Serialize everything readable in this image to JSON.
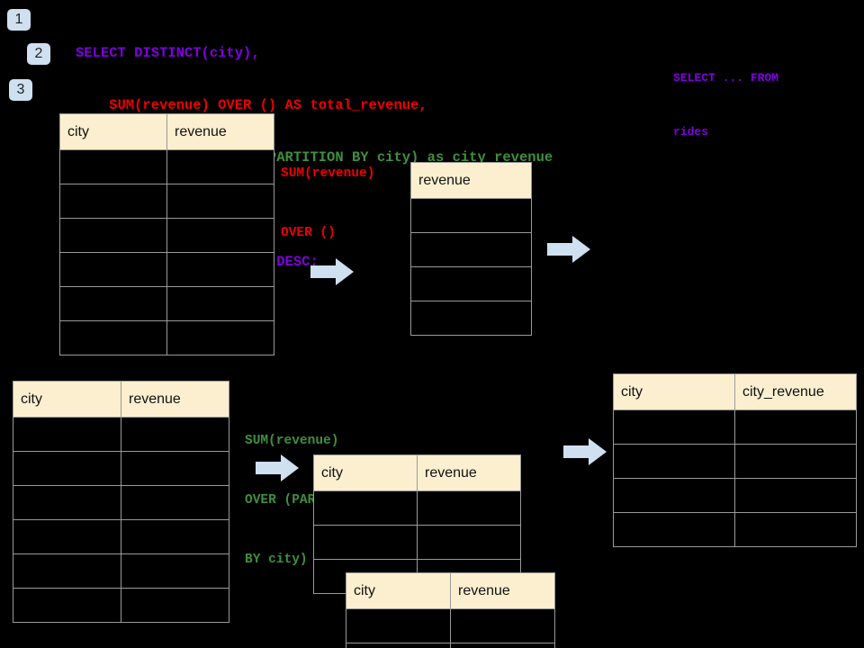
{
  "page": {
    "background": "#000000",
    "header_fill": "#fcefcf",
    "border_color": "#9a9a9a",
    "arrow_color": "#cfe0f0",
    "badge_color": "#cfe0f0"
  },
  "steps": [
    {
      "label": "1"
    },
    {
      "label": "2"
    },
    {
      "label": "3"
    }
  ],
  "sql": {
    "color_purple": "#7f00e0",
    "color_red": "#ee0000",
    "color_green": "#3f8f3f",
    "lines": [
      {
        "text": "SELECT DISTINCT(city),",
        "color": "purple"
      },
      {
        "text": "    SUM(revenue) OVER () AS total_revenue,",
        "color": "red"
      },
      {
        "text": "    SUM(revenue) OVER (PARTITION BY city) as city_revenue",
        "color": "green"
      },
      {
        "text": "  FROM rides",
        "color": "purple"
      },
      {
        "text": "  ORDER by city_revenue DESC;",
        "color": "purple"
      }
    ]
  },
  "side_note": {
    "line1": "SELECT ... FROM",
    "line2": "rides"
  },
  "annotations": {
    "total": {
      "line1": "SUM(revenue)",
      "line2": "OVER ()"
    },
    "partition": {
      "line1": "SUM(revenue)",
      "line2": "OVER (PARTITION",
      "line3": "BY city)"
    }
  },
  "tables": {
    "rides_top": {
      "headers": [
        "city",
        "revenue"
      ],
      "rows": [
        [
          "",
          ""
        ],
        [
          "",
          ""
        ],
        [
          "",
          ""
        ],
        [
          "",
          ""
        ],
        [
          "",
          ""
        ],
        [
          "",
          ""
        ]
      ]
    },
    "total_revenue": {
      "headers": [
        "revenue"
      ],
      "rows": [
        [
          ""
        ],
        [
          ""
        ],
        [
          ""
        ],
        [
          ""
        ]
      ]
    },
    "rides_bottom": {
      "headers": [
        "city",
        "revenue"
      ],
      "rows": [
        [
          "",
          ""
        ],
        [
          "",
          ""
        ],
        [
          "",
          ""
        ],
        [
          "",
          ""
        ],
        [
          "",
          ""
        ],
        [
          "",
          ""
        ]
      ]
    },
    "partition_a": {
      "headers": [
        "city",
        "revenue"
      ],
      "rows": [
        [
          "",
          ""
        ],
        [
          "",
          ""
        ],
        [
          "",
          ""
        ]
      ]
    },
    "partition_b": {
      "headers": [
        "city",
        "revenue"
      ],
      "rows": [
        [
          "",
          ""
        ],
        [
          "",
          ""
        ]
      ]
    },
    "result": {
      "headers": [
        "city",
        "city_revenue"
      ],
      "rows": [
        [
          "",
          ""
        ],
        [
          "",
          ""
        ],
        [
          "",
          ""
        ],
        [
          "",
          ""
        ]
      ]
    }
  }
}
